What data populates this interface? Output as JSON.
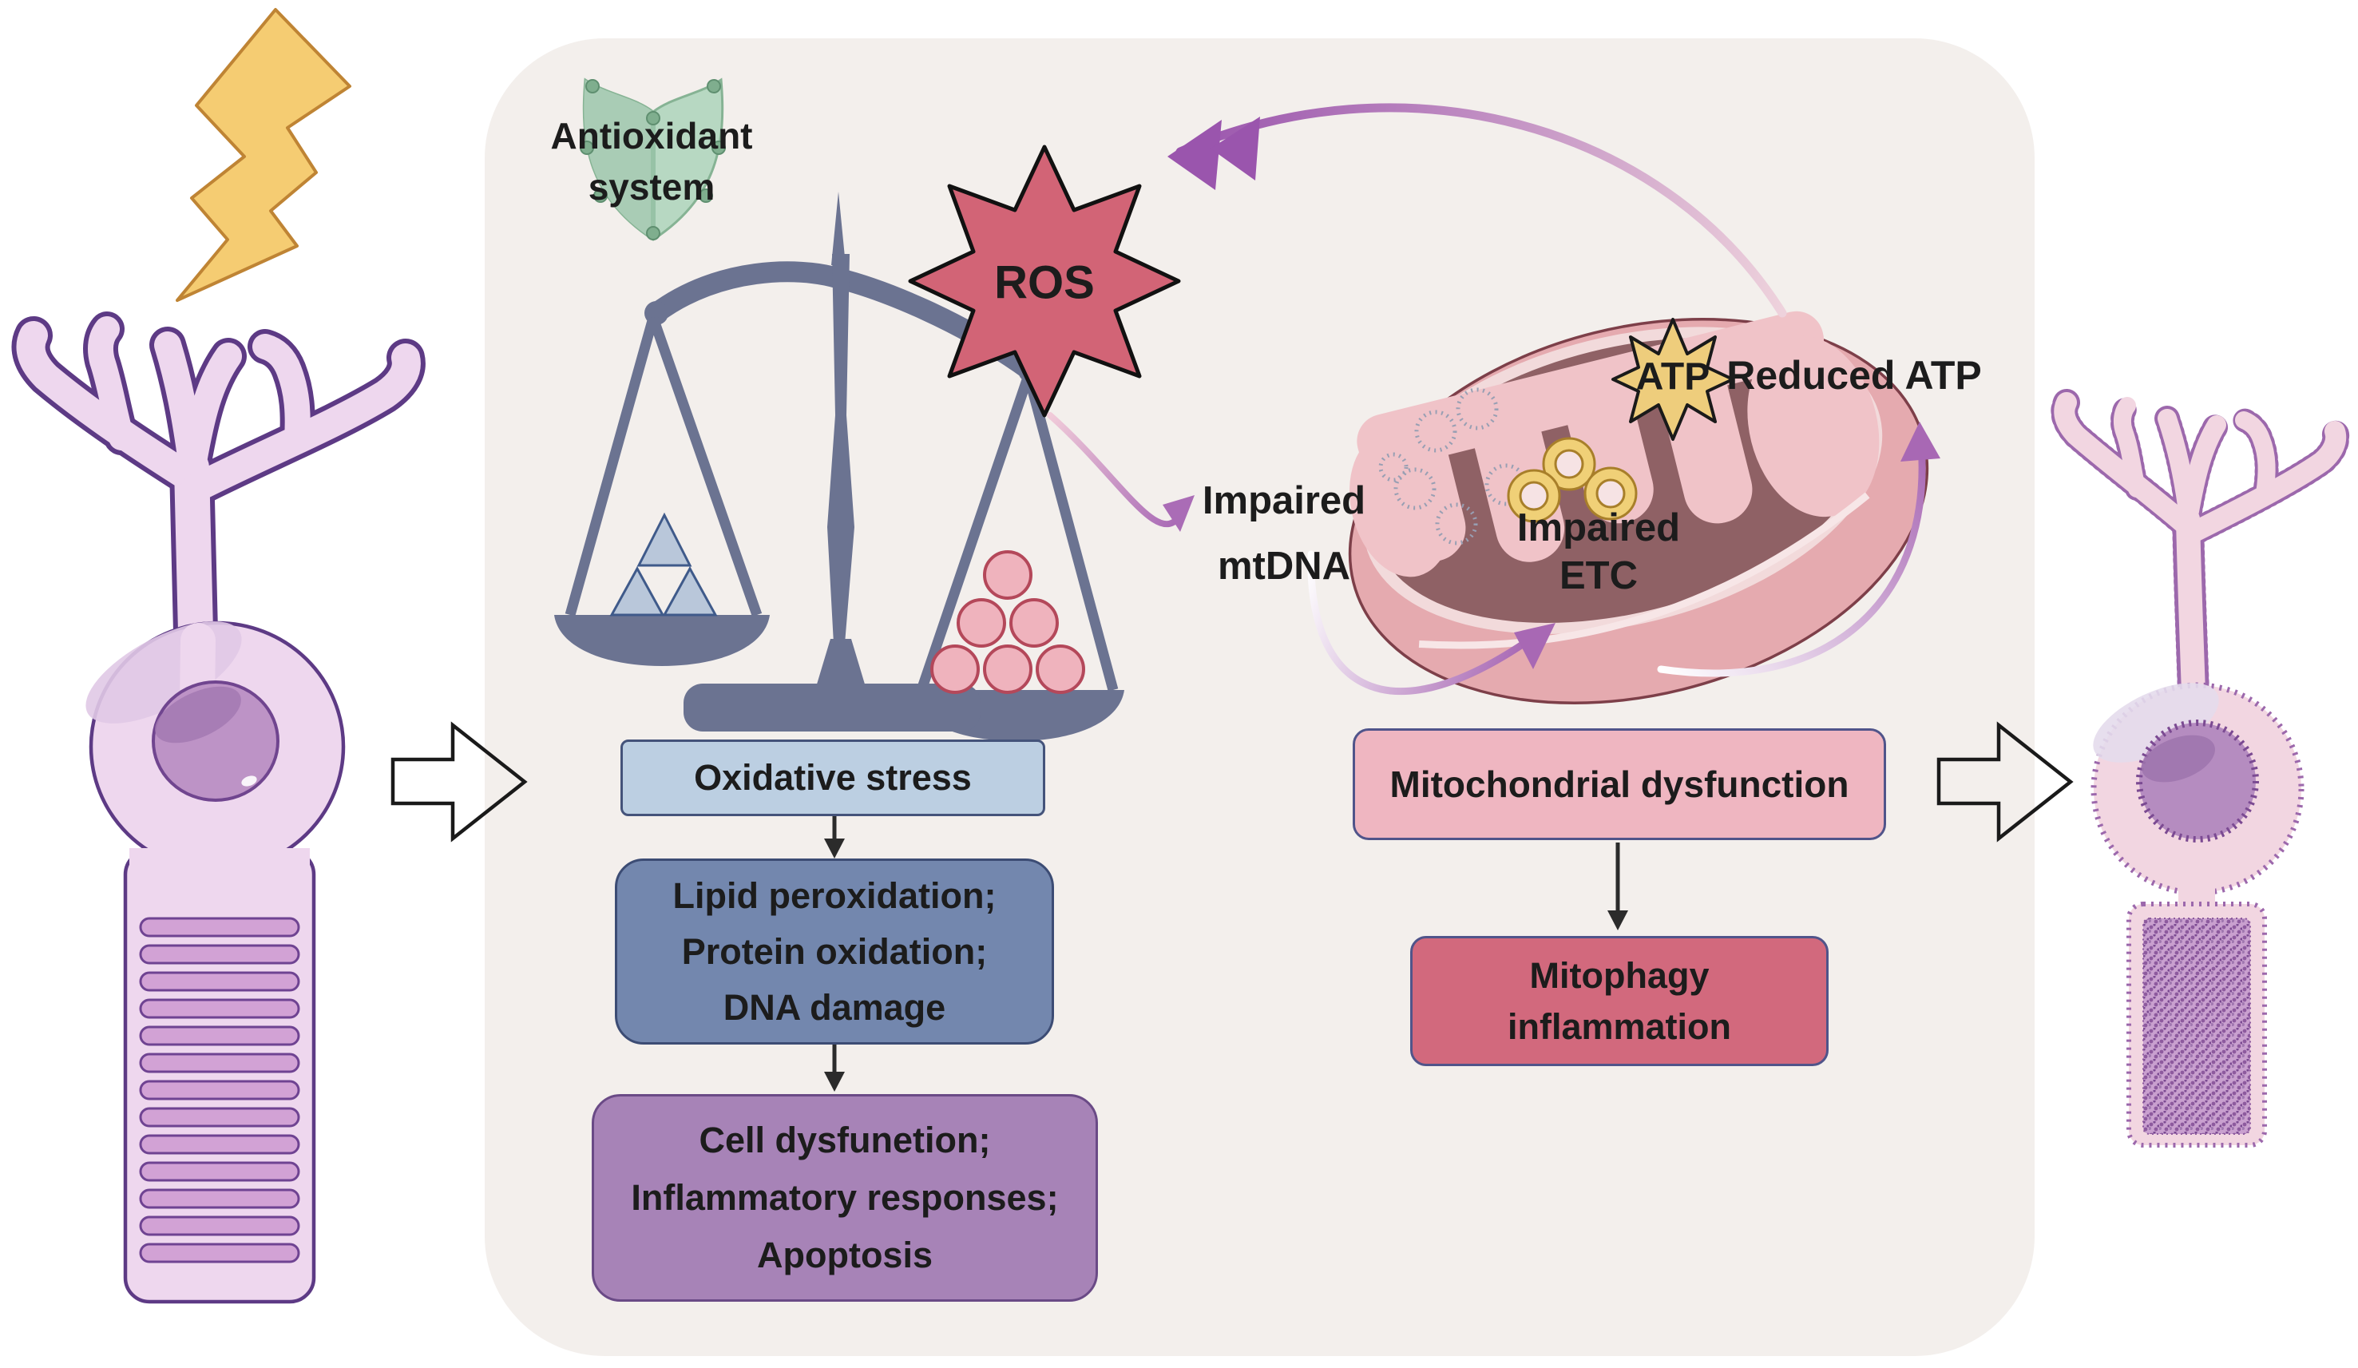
{
  "figure": {
    "panel_color": "#f3efec",
    "balance": {
      "antioxidant_lines": [
        "Antioxidant",
        "system"
      ],
      "ros_label": "ROS",
      "ros_color": "#d26476",
      "shield_color": "#b7d8c2",
      "scale_color": "#6b7391",
      "left_pan_weights": "3 triangles",
      "right_pan_weights": "6 circles"
    },
    "oxidative_pathway": {
      "step1_label": "Oxidative stress",
      "step1_color": "#bccfe2",
      "step2_lines": [
        "Lipid peroxidation;",
        "Protein oxidation;",
        "DNA damage"
      ],
      "step2_color": "#7387ae",
      "step3_lines": [
        "Cell dysfunetion;",
        "Inflammatory responses;",
        "Apoptosis"
      ],
      "step3_color": "#a783b7"
    },
    "mitochondria": {
      "impaired_mtdna_lines": [
        "Impaired",
        "mtDNA"
      ],
      "impaired_etc_lines": [
        "Impaired",
        "ETC"
      ],
      "atp_label": "ATP",
      "reduced_atp_label": "Reduced ATP",
      "atp_burst_color": "#eecd7c",
      "body_color": "#e5aaaf"
    },
    "mitochondrial_pathway": {
      "step1_label": "Mitochondrial dysfunction",
      "step1_color": "#efb6c1",
      "step2_lines": [
        "Mitophagy",
        "inflammation"
      ],
      "step2_color": "#d2697d"
    }
  }
}
